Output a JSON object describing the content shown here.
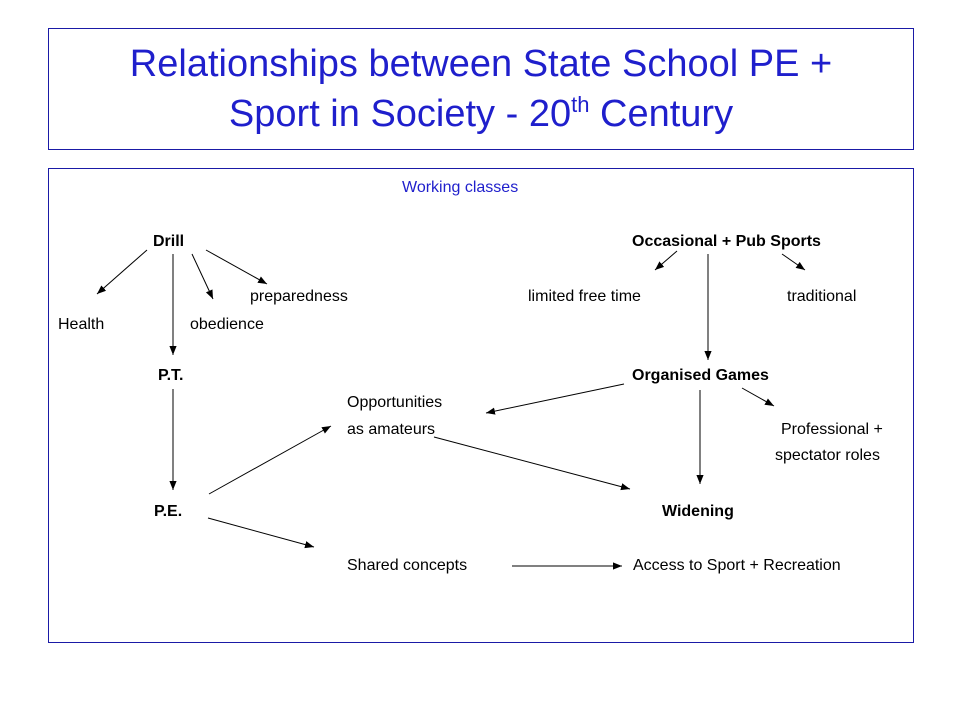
{
  "title": {
    "line1": "Relationships between State School PE +",
    "line2_pre": "Sport in Society - 20",
    "line2_sup": "th",
    "line2_post": " Century"
  },
  "nodes": {
    "working_classes": "Working classes",
    "drill": "Drill",
    "occasional_pub_sports": "Occasional + Pub Sports",
    "preparedness": "preparedness",
    "limited_free_time": "limited free time",
    "traditional": "traditional",
    "health": "Health",
    "obedience": "obedience",
    "pt": "P.T.",
    "organised_games": "Organised Games",
    "opportunities": "Opportunities",
    "as_amateurs": "as amateurs",
    "professional": "Professional +",
    "spectator_roles": "spectator roles",
    "pe": "P.E.",
    "widening": "Widening",
    "shared_concepts": "Shared concepts",
    "access": "Access to Sport + Recreation"
  },
  "colors": {
    "title": "#1f1fcc",
    "border": "#1a1aa6",
    "text": "#000000"
  }
}
